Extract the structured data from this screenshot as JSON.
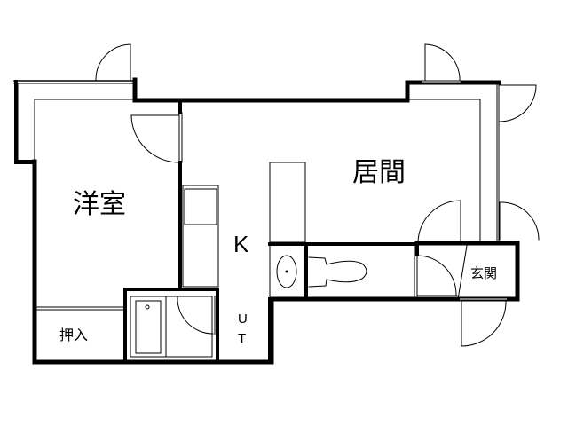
{
  "floor_plan": {
    "rooms": [
      {
        "id": "western-room",
        "label": "洋室"
      },
      {
        "id": "living-room",
        "label": "居間"
      },
      {
        "id": "kitchen",
        "label": "K"
      },
      {
        "id": "unit-bath",
        "label_u": "U",
        "label_t": "T"
      },
      {
        "id": "closet",
        "label": "押入"
      },
      {
        "id": "entrance",
        "label": "玄関"
      }
    ],
    "fixtures": [
      "kitchen-counter",
      "refrigerator-space",
      "bathtub",
      "washbasin",
      "toilet",
      "shoe-cabinet"
    ],
    "colors": {
      "wall": "#000000",
      "line": "#000000",
      "fill": "#ffffff",
      "window": "#808080"
    }
  }
}
